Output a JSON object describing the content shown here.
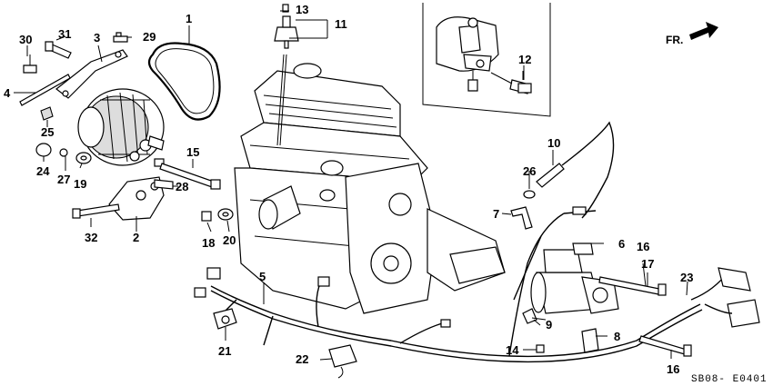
{
  "diagram": {
    "direction_marker": "FR.",
    "code": "SB08- E0401",
    "callouts": [
      "1",
      "2",
      "3",
      "4",
      "5",
      "6",
      "7",
      "8",
      "9",
      "10",
      "11",
      "12",
      "13",
      "14",
      "15",
      "16",
      "16",
      "17",
      "18",
      "19",
      "20",
      "21",
      "22",
      "23",
      "24",
      "25",
      "26",
      "27",
      "28",
      "29",
      "30",
      "31",
      "32"
    ]
  }
}
